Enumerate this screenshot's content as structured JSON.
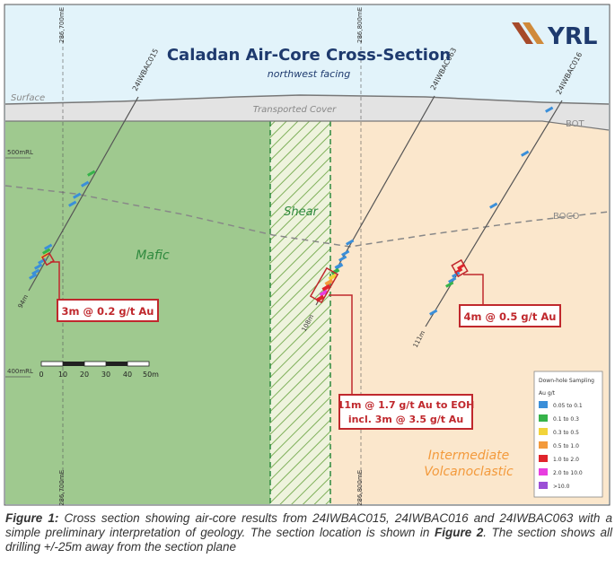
{
  "figure": {
    "title": "Caladan Air-Core Cross-Section",
    "subtitle": "northwest facing",
    "logo_text": "YRL",
    "easting_labels": [
      "286,700mE",
      "286,800mE"
    ],
    "rl_labels": [
      "500mRL",
      "400mRL"
    ],
    "layers": {
      "surface": "Surface",
      "transported_cover": "Transported Cover",
      "bot": "BOT",
      "boco": "BOCO",
      "shear": "Shear",
      "mafic": "Mafic",
      "intermediate_1": "Intermediate",
      "intermediate_2": "Volcanoclastic"
    },
    "holes": [
      {
        "id": "24IWBAC015",
        "depth_label": "94m"
      },
      {
        "id": "24IWBAC063",
        "depth_label": "108m"
      },
      {
        "id": "24IWBAC016",
        "depth_label": "111m"
      }
    ],
    "intercepts": [
      {
        "id": "ic-015",
        "lines": [
          "3m @ 0.2 g/t Au"
        ]
      },
      {
        "id": "ic-063",
        "lines": [
          "11m @ 1.7 g/t Au to EOH",
          "incl. 3m @ 3.5 g/t Au"
        ]
      },
      {
        "id": "ic-016",
        "lines": [
          "4m @ 0.5 g/t Au"
        ]
      }
    ],
    "scale_bar": {
      "labels": [
        "0",
        "10",
        "20",
        "30",
        "40",
        "50m"
      ]
    },
    "legend": {
      "title": "Down-hole Sampling",
      "unit": "Au g/t",
      "items": [
        {
          "label": "0.05 to 0.1",
          "color": "#3b8fd9"
        },
        {
          "label": "0.1 to 0.3",
          "color": "#36b34a"
        },
        {
          "label": "0.3 to 0.5",
          "color": "#f2d43a"
        },
        {
          "label": "0.5 to 1.0",
          "color": "#f39a3c"
        },
        {
          "label": "1.0 to 2.0",
          "color": "#e0242c"
        },
        {
          "label": "2.0 to 10.0",
          "color": "#e83ee0"
        },
        {
          "label": ">10.0",
          "color": "#9b4fd6"
        }
      ]
    }
  },
  "caption": {
    "label": "Figure 1:",
    "text_1": " Cross section showing air-core results from 24IWBAC015, 24IWBAC016 and 24IWBAC063 with a simple preliminary interpretation of geology. The section location is shown in ",
    "ref": "Figure 2",
    "text_2": ". The section shows all drilling +/-25m away from the section plane"
  }
}
